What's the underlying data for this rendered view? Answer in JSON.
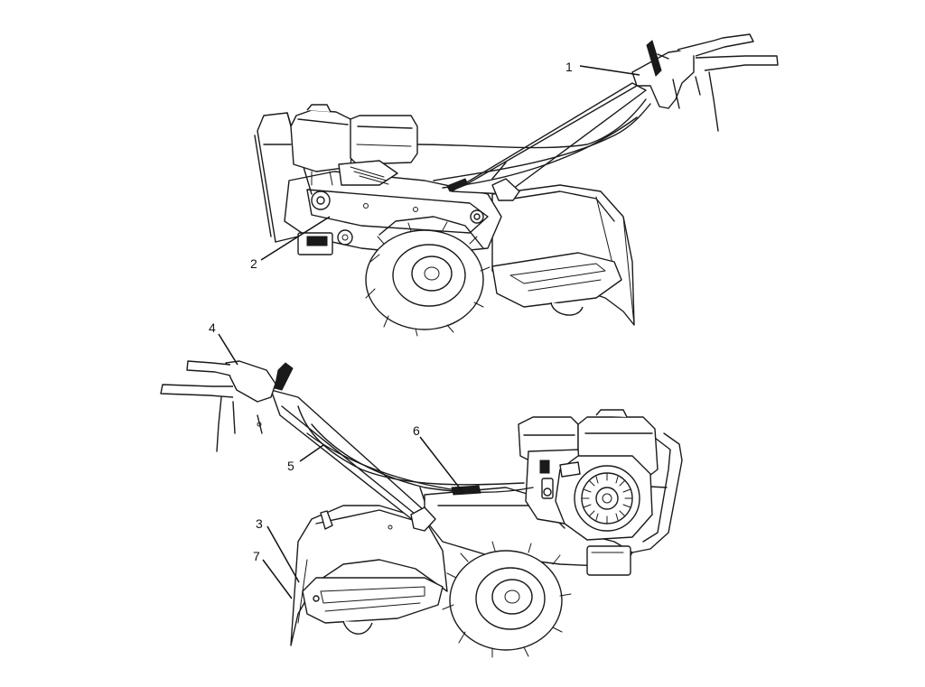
{
  "callouts": [
    {
      "id": "c1",
      "text": "1"
    },
    {
      "id": "c2",
      "text": "2"
    },
    {
      "id": "c3",
      "text": "3"
    },
    {
      "id": "c4",
      "text": "4"
    },
    {
      "id": "c5",
      "text": "5"
    },
    {
      "id": "c6",
      "text": "6"
    },
    {
      "id": "c7",
      "text": "7"
    }
  ],
  "colors": {
    "line": "#1a1a1a",
    "background": "#ffffff"
  }
}
